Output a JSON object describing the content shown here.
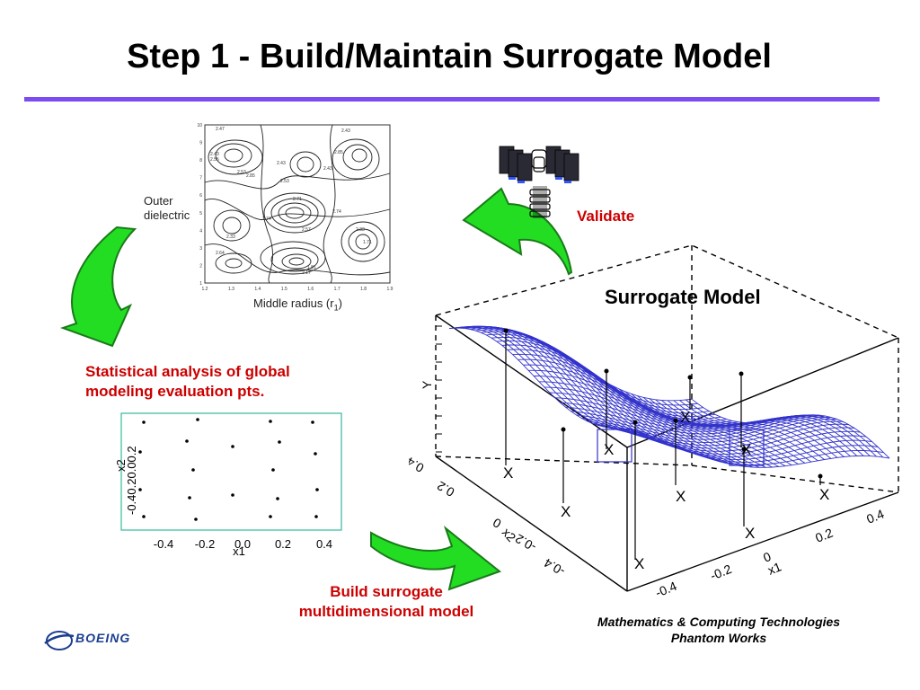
{
  "slide": {
    "title": "Step 1 - Build/Maintain Surrogate Model"
  },
  "contour_plot": {
    "y_ticks": [
      "1",
      "2",
      "3",
      "4",
      "5",
      "6",
      "7",
      "8",
      "9",
      "10"
    ],
    "x_ticks": [
      "1.2",
      "1.3",
      "1.4",
      "1.5",
      "1.6",
      "1.7",
      "1.8",
      "1.9"
    ],
    "level_labels": [
      "2.47",
      "2.43",
      "2.55",
      "2.85",
      "2.43",
      "2.43",
      "2.53",
      "2.43",
      "2.85",
      "2.53",
      "2.71",
      "2.74",
      "2.74",
      "2.33",
      "2.57",
      "2.33",
      "1.71",
      "2.64",
      "1.81",
      "2.17"
    ],
    "ylabel": "Outer\ndielectric",
    "ylabel_line1": "Outer",
    "ylabel_line2": "dielectric",
    "xlabel": "Middle radius (r",
    "xlabel_sub": "1",
    "xlabel_end": ")"
  },
  "scatter_plot": {
    "x_ticks": [
      "-0.4",
      "-0.2",
      "0.0",
      "0.2",
      "0.4"
    ],
    "xlabel": "x1",
    "ylabel": "x2",
    "y_tick_text": "-0.40.20.00.2"
  },
  "surface_plot": {
    "title": "Surrogate Model",
    "ylabel": "Y",
    "x1_ticks": [
      "-0.4",
      "-0.2",
      "0",
      "0.2",
      "0.4"
    ],
    "x1_label": "x1",
    "x2_ticks": [
      "0.4",
      "0.2",
      "0",
      "-0.2",
      "-0.4"
    ],
    "x2_label": "x2",
    "point_marker": "X"
  },
  "labels": {
    "validate": "Validate",
    "statistical_line1": "Statistical analysis of global",
    "statistical_line2": "modeling evaluation pts.",
    "build_line1": "Build surrogate",
    "build_line2": "multidimensional model",
    "footer_line1": "Mathematics & Computing Technologies",
    "footer_line2": "Phantom Works"
  },
  "logo": {
    "text": "BOEING"
  },
  "colors": {
    "rule": "#7b4cf0",
    "red_text": "#cc0000",
    "arrow_green": "#22dd22",
    "mesh_blue": "#3333cc",
    "scatter_border": "#33bb99"
  }
}
